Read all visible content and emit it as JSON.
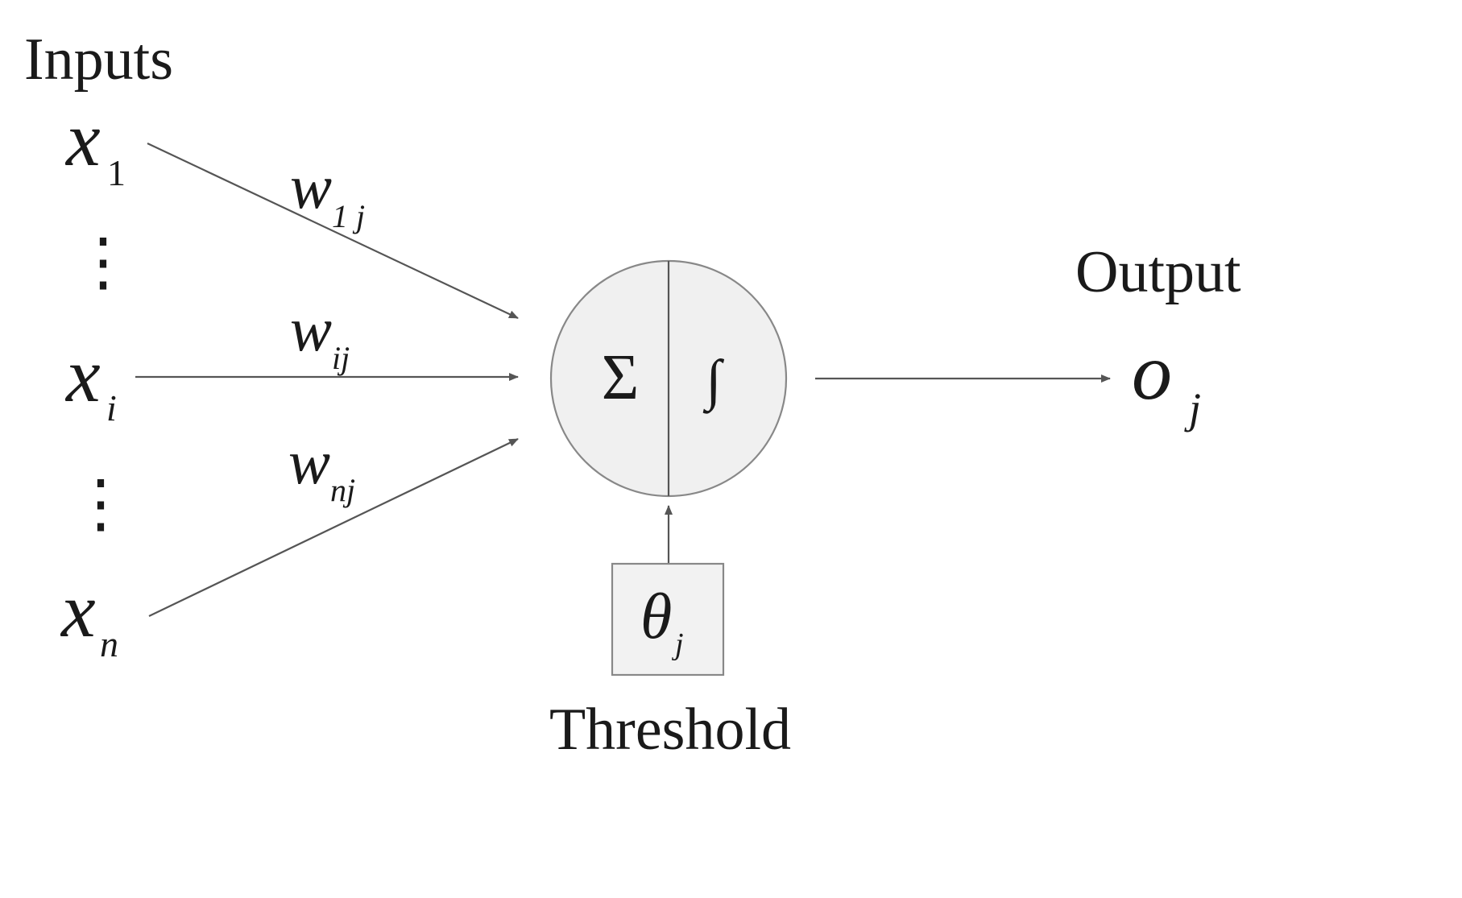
{
  "labels": {
    "inputs": "Inputs",
    "output": "Output",
    "threshold": "Threshold"
  },
  "inputs": [
    {
      "var": "x",
      "sub": "1"
    },
    {
      "var": "x",
      "sub": "i"
    },
    {
      "var": "x",
      "sub": "n"
    }
  ],
  "weights": [
    {
      "var": "w",
      "sub": "1 j"
    },
    {
      "var": "w",
      "sub": "ij"
    },
    {
      "var": "w",
      "sub": "nj"
    }
  ],
  "ellipsis": "⋮",
  "neuron": {
    "sum_symbol": "Σ",
    "activation_symbol": "∫"
  },
  "threshold_symbol": {
    "var": "θ",
    "sub": "j"
  },
  "output_symbol": {
    "var": "o",
    "sub": "j"
  },
  "colors": {
    "neuron_fill": "#f0f0f0",
    "threshold_fill": "#f2f2f2",
    "stroke": "#555555"
  }
}
